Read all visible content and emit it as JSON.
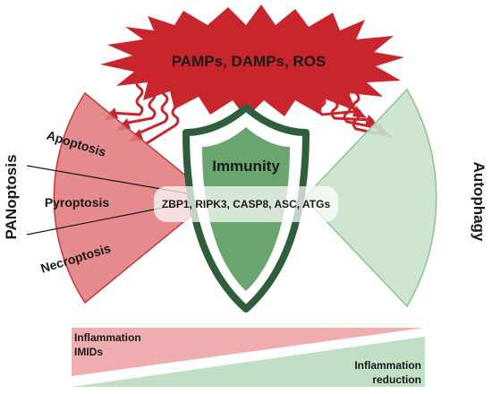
{
  "stimulus": "PAMPs, DAMPs, ROS",
  "left_title": "PANoptosis",
  "right_title": "Autophagy",
  "left_sectors": [
    "Apoptosis",
    "Pyroptosis",
    "Necroptosis"
  ],
  "shield_label": "Immunity",
  "molecules": "ZBP1, RIPK3, CASP8, ASC, ATGs",
  "bottom_left": [
    "Inflammation",
    "IMIDs"
  ],
  "bottom_right": [
    "Inflammation",
    "reduction"
  ],
  "colors": {
    "burst": "#c8262c",
    "panoptosis_fill": "#e0777a",
    "panoptosis_stroke": "#c0393e",
    "autophagy_fill": "#c9e2cc",
    "autophagy_stroke": "#8cc394",
    "shield_dark": "#2f5e3d",
    "shield_fill": "#6aa56f",
    "arrow": "#c8262c",
    "wedge_red": "#ec9fa1",
    "wedge_green": "#b9dcbf"
  }
}
